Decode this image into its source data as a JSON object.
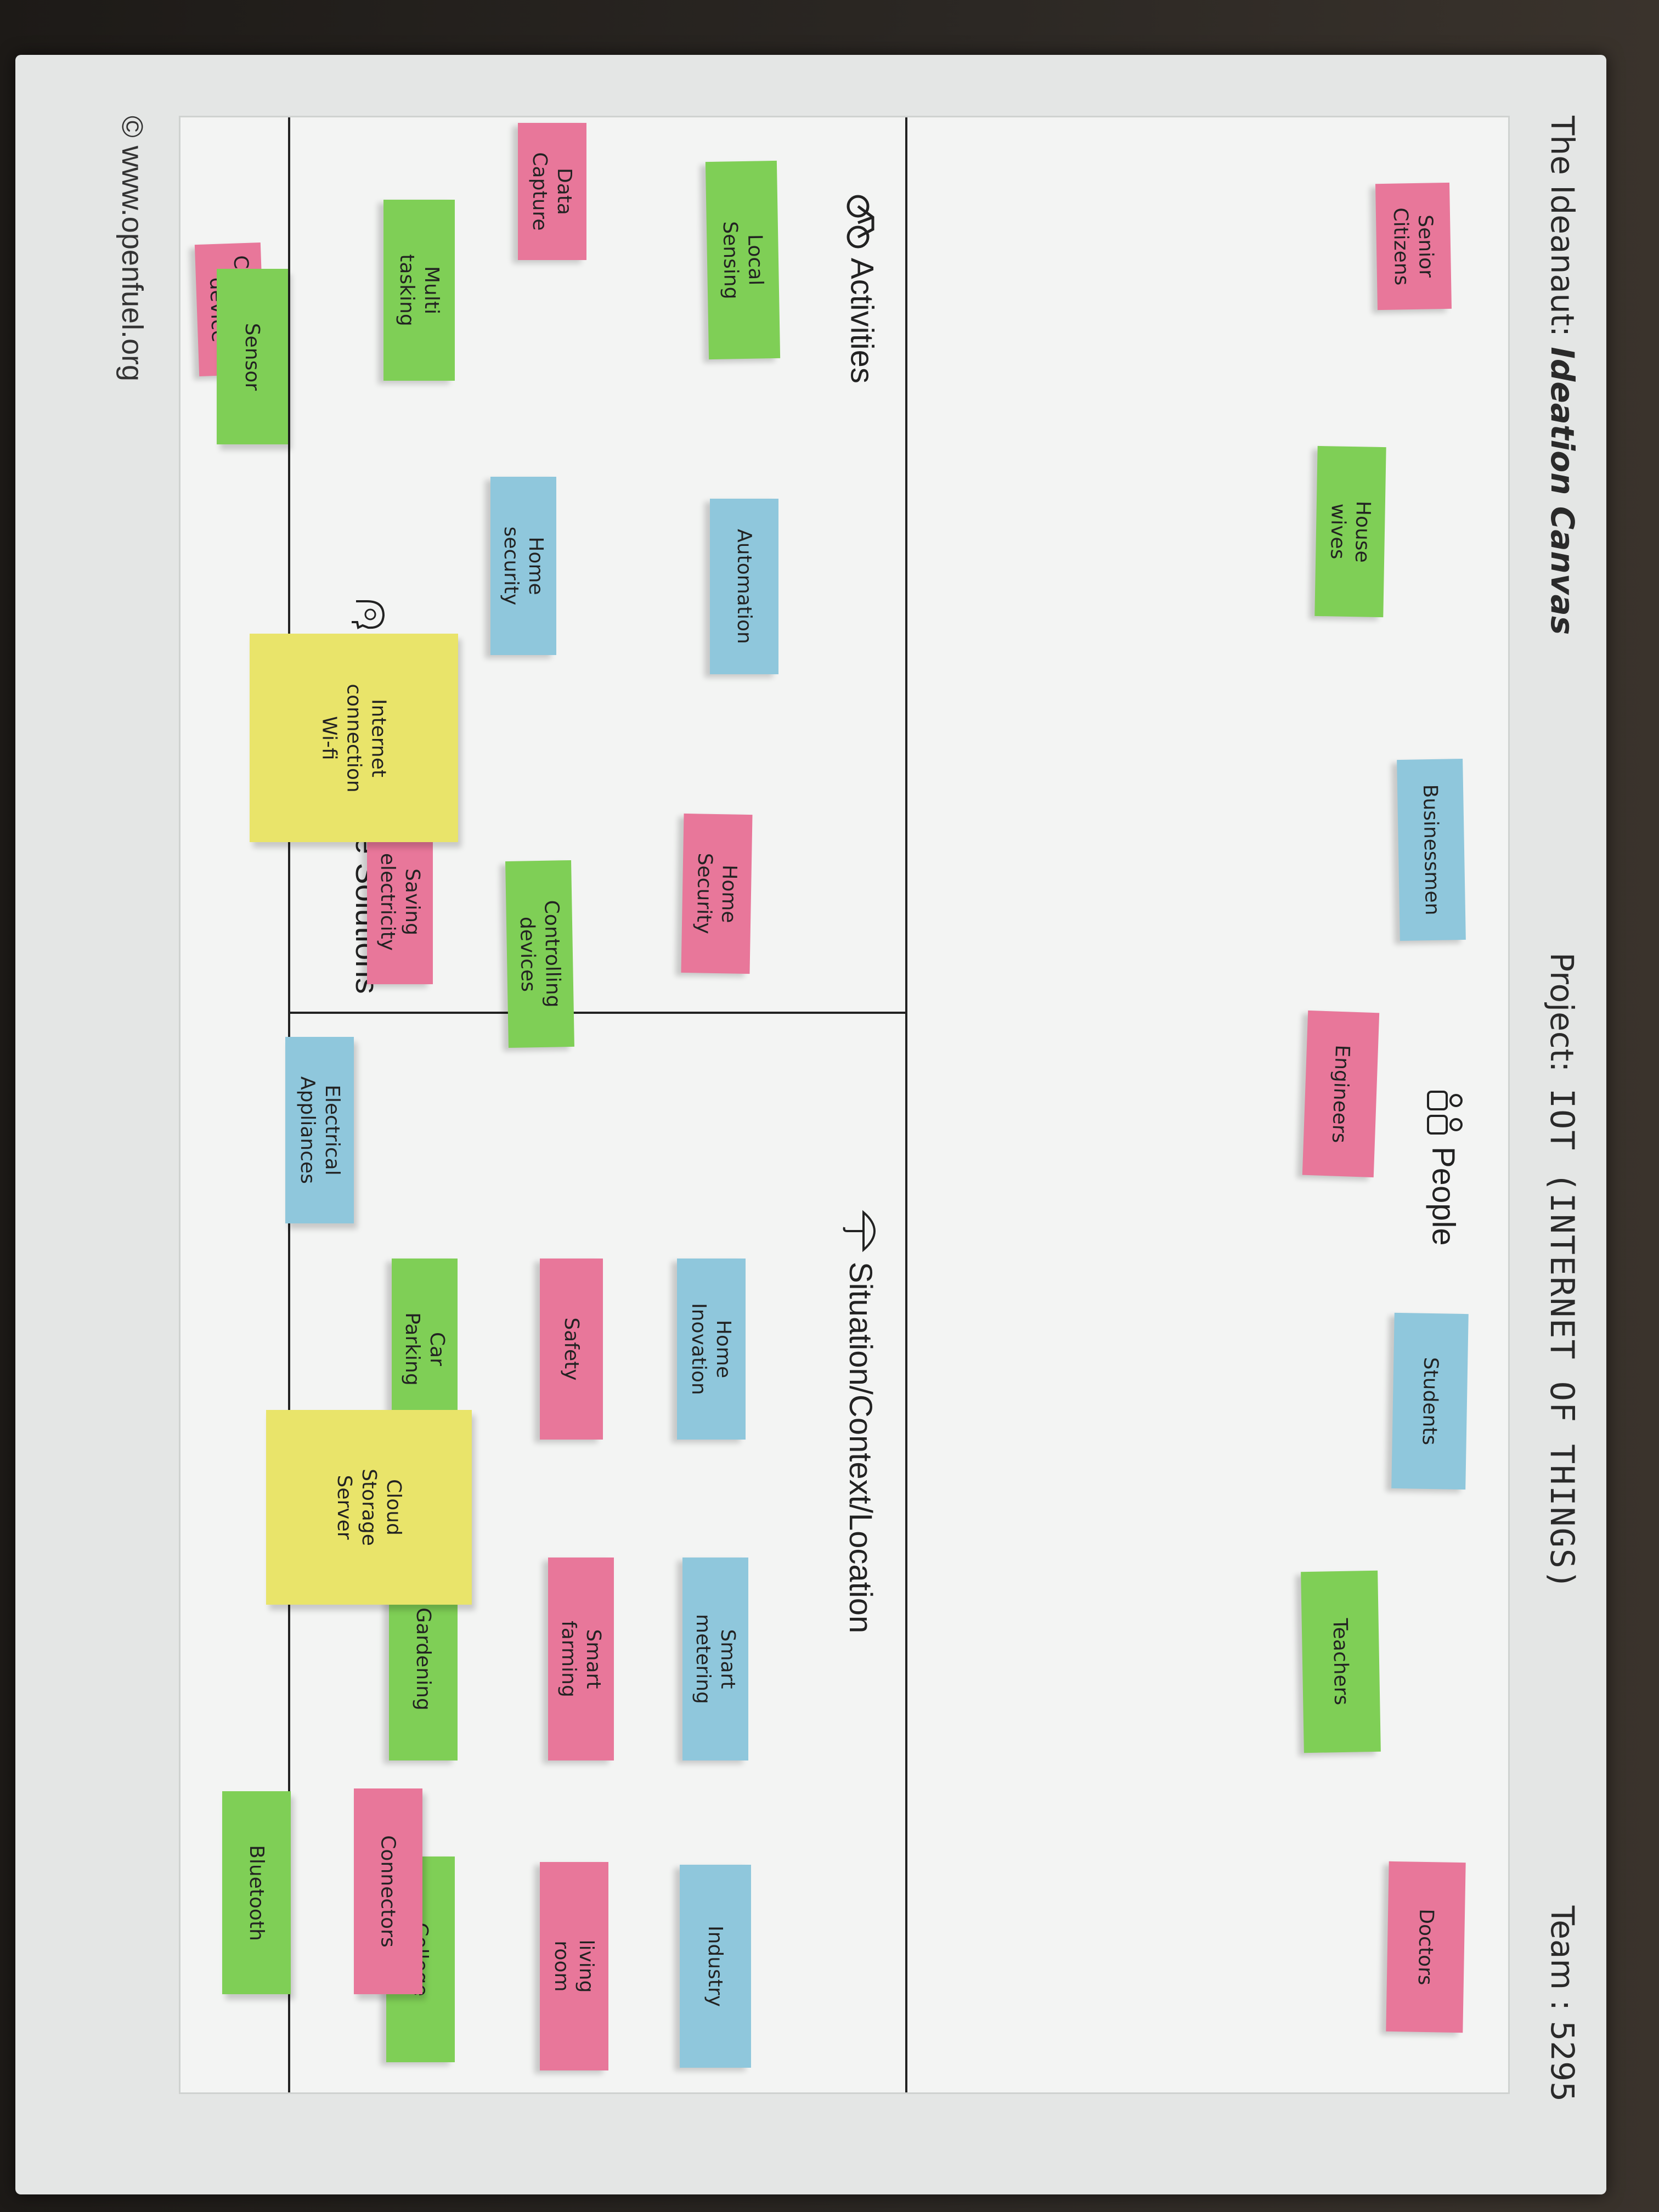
{
  "header": {
    "title_prefix": "The Ideanaut: ",
    "title_emphasis": "Ideation Canvas",
    "project_label": "Project:",
    "project_name": "IOT (INTERNET OF THINGS)",
    "team": "Team : 5295"
  },
  "sections": {
    "people": "People",
    "activities": "Activities",
    "situation": "Situation/Context/Location",
    "props": "Props/Possible Solutions"
  },
  "footer": "© www.openfuel.org",
  "notes": {
    "people": [
      {
        "text": "Senior\nCitizens",
        "color": "pink"
      },
      {
        "text": "House\nwives",
        "color": "green"
      },
      {
        "text": "Businessmen",
        "color": "blue"
      },
      {
        "text": "Engineers",
        "color": "pink"
      },
      {
        "text": "Students",
        "color": "blue"
      },
      {
        "text": "Teachers",
        "color": "green"
      },
      {
        "text": "Doctors",
        "color": "pink"
      }
    ],
    "activities": [
      {
        "text": "Data\nCapture",
        "color": "pink"
      },
      {
        "text": "Local\nSensing",
        "color": "green"
      },
      {
        "text": "Multi\ntasking",
        "color": "green"
      },
      {
        "text": "Automation",
        "color": "blue"
      },
      {
        "text": "Home\nsecurity",
        "color": "blue"
      },
      {
        "text": "Home\nSecurity",
        "color": "pink"
      },
      {
        "text": "Controlling\ndevices",
        "color": "green"
      },
      {
        "text": "Saving\nelectricity",
        "color": "pink"
      }
    ],
    "situation": [
      {
        "text": "Home\nInovation",
        "color": "blue"
      },
      {
        "text": "Safety",
        "color": "pink"
      },
      {
        "text": "Car\nParking",
        "color": "green"
      },
      {
        "text": "Smart\nmetering",
        "color": "blue"
      },
      {
        "text": "Smart\nfarming",
        "color": "pink"
      },
      {
        "text": "Gardening",
        "color": "green"
      },
      {
        "text": "Industry",
        "color": "blue"
      },
      {
        "text": "living\nroom",
        "color": "pink"
      },
      {
        "text": "College",
        "color": "green"
      }
    ],
    "props": [
      {
        "text": "Controlling\ndevice",
        "color": "pink"
      },
      {
        "text": "Sensor",
        "color": "green"
      },
      {
        "text": "Internet\nconnection\nWi-fi",
        "color": "yellow"
      },
      {
        "text": "Electrical\nAppliances",
        "color": "blue"
      },
      {
        "text": "Cloud\nStorage\nServer",
        "color": "yellow"
      },
      {
        "text": "Connectors",
        "color": "pink"
      },
      {
        "text": "Bluetooth",
        "color": "green"
      }
    ]
  },
  "colors": {
    "pink": "#e8779a",
    "green": "#7fcf56",
    "blue": "#8fc7dc",
    "yellow": "#e9e46a",
    "board": "#f3f4f3",
    "frame": "#2a2622"
  }
}
